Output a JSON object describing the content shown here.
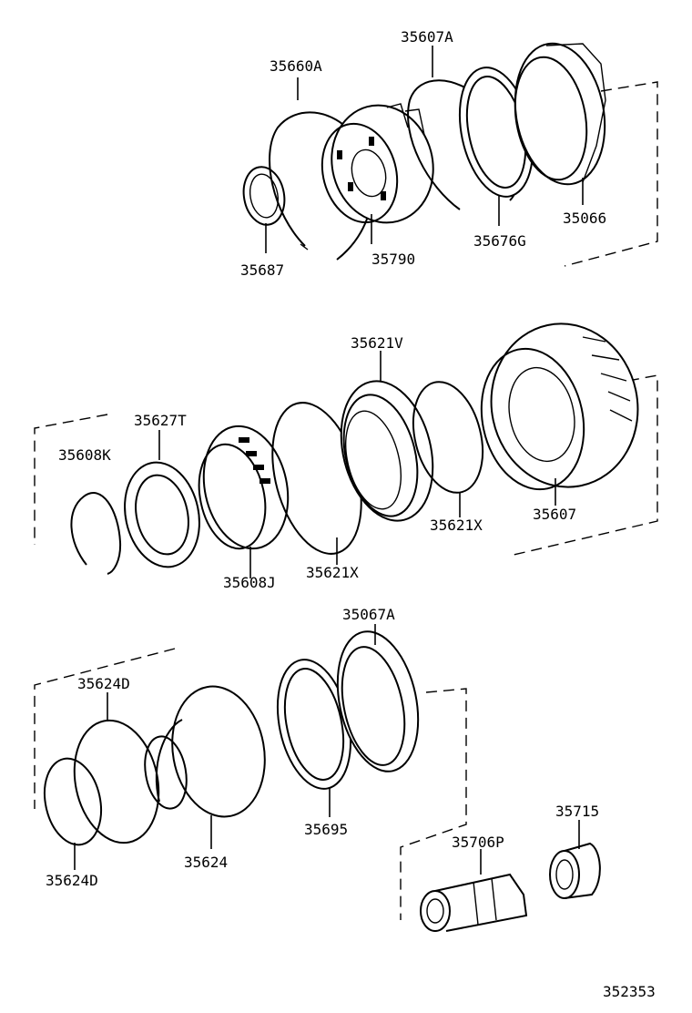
{
  "labels": {
    "p35660A": "35660A",
    "p35607A": "35607A",
    "p35687": "35687",
    "p35790": "35790",
    "p35676G": "35676G",
    "p35066": "35066",
    "p35621V": "35621V",
    "p35627T": "35627T",
    "p35608K": "35608K",
    "p35608J": "35608J",
    "p35621X_left": "35621X",
    "p35621X_right": "35621X",
    "p35607": "35607",
    "p35067A": "35067A",
    "p35624D_top": "35624D",
    "p35624D_bottom": "35624D",
    "p35624": "35624",
    "p35695": "35695",
    "p35715": "35715",
    "p35706P": "35706P"
  },
  "diagram_id": "352353"
}
